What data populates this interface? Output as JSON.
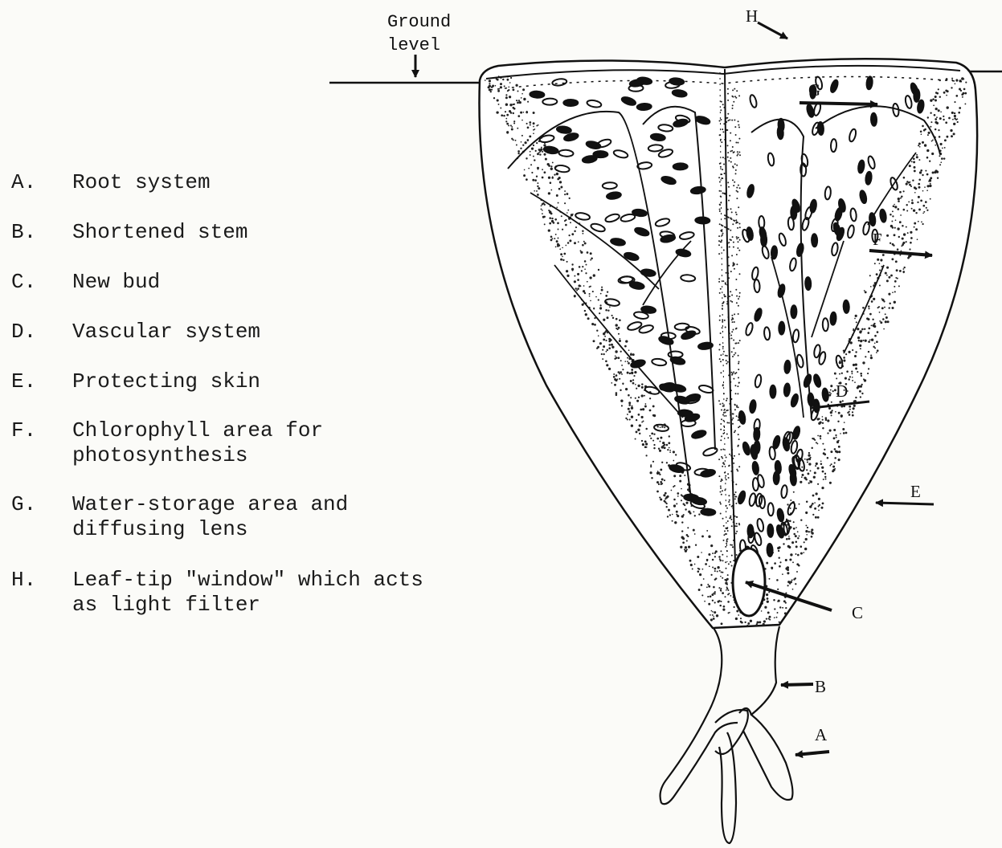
{
  "ground_label": [
    "Ground",
    "level"
  ],
  "legend": [
    {
      "key": "A.",
      "text": "Root system"
    },
    {
      "key": "B.",
      "text": "Shortened stem"
    },
    {
      "key": "C.",
      "text": "New bud"
    },
    {
      "key": "D.",
      "text": "Vascular system"
    },
    {
      "key": "E.",
      "text": "Protecting skin"
    },
    {
      "key": "F.",
      "text": "Chlorophyll area for\nphotosynthesis"
    },
    {
      "key": "G.",
      "text": "Water-storage area and\ndiffusing lens"
    },
    {
      "key": "H.",
      "text": "Leaf-tip \"window\" which acts\nas light filter"
    }
  ],
  "callouts": {
    "A": "A",
    "B": "B",
    "C": "C",
    "D": "D",
    "E": "E",
    "F": "F",
    "G": "G",
    "H": "H"
  },
  "colors": {
    "ink": "#111111",
    "paper": "#fbfbf8"
  }
}
